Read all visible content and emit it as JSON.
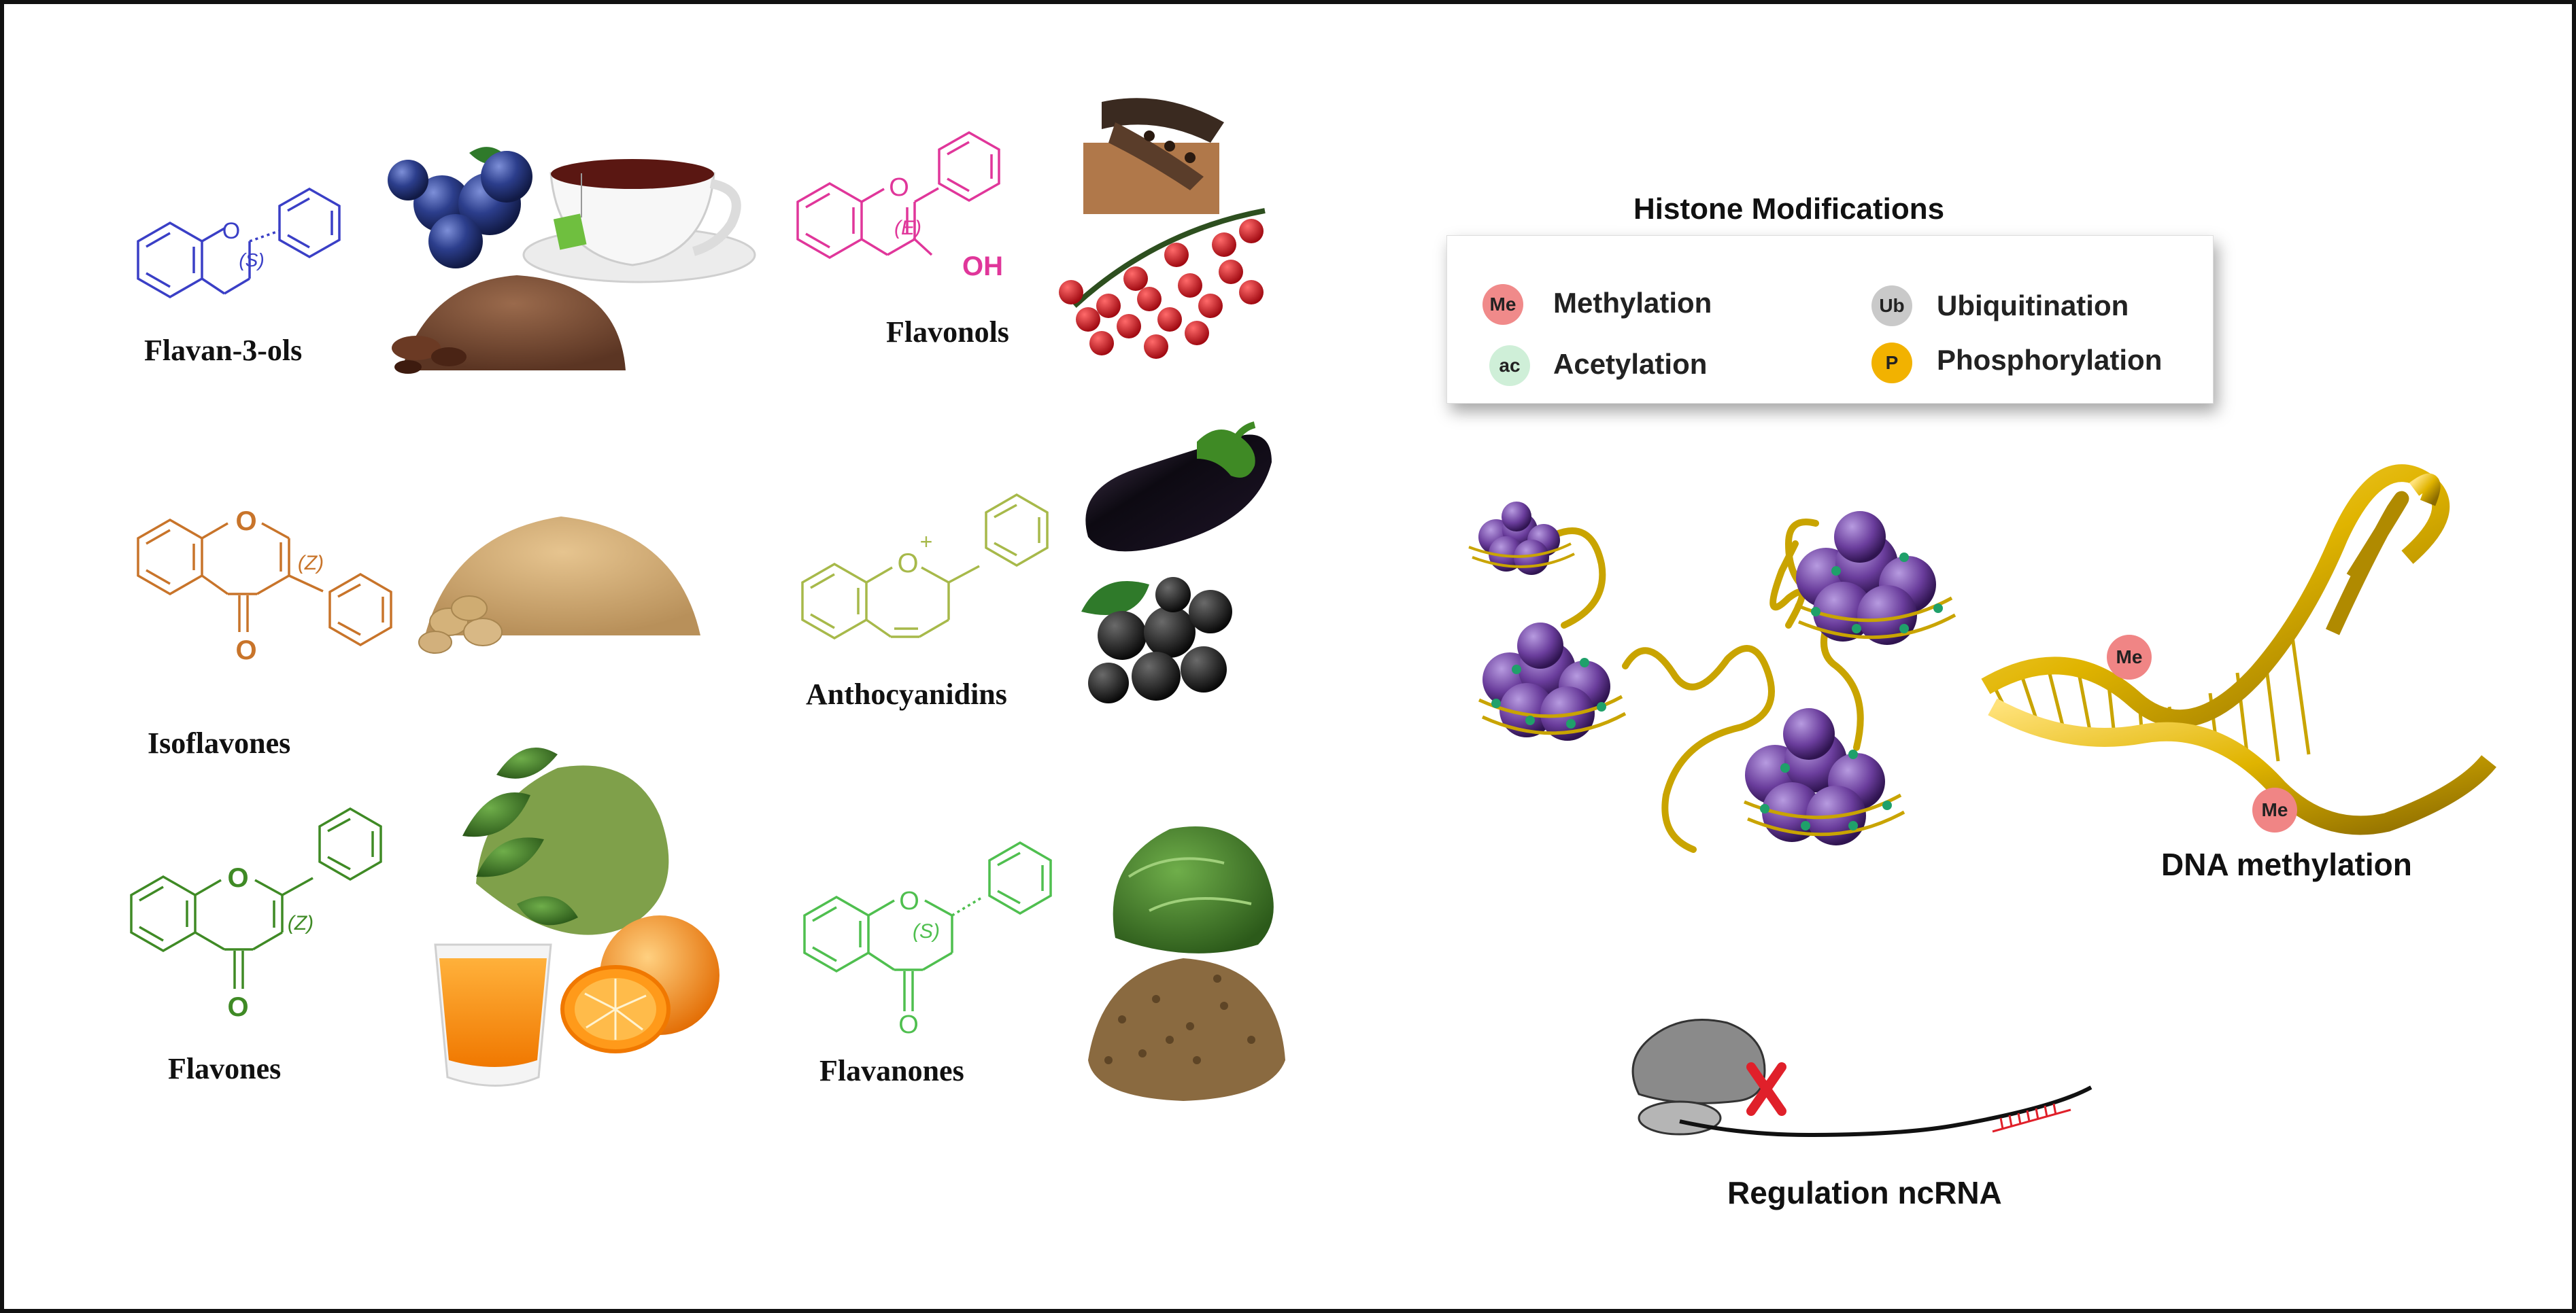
{
  "flavonoid_classes": [
    {
      "name": "Flavan-3-ols",
      "stereo": "(S)",
      "color": "#3a3fc6"
    },
    {
      "name": "Flavonols",
      "stereo": "(E)",
      "substituent": "OH",
      "heteroatom": "O",
      "color": "#e0369a"
    },
    {
      "name": "Isoflavones",
      "stereo": "(Z)",
      "heteroatom": "O",
      "carbonyl": "O",
      "color": "#c8742a"
    },
    {
      "name": "Anthocyanidins",
      "heteroatom": "O",
      "charge": "+",
      "color": "#a7b94a"
    },
    {
      "name": "Flavones",
      "stereo": "(Z)",
      "heteroatom": "O",
      "carbonyl": "O",
      "color": "#3f8a25"
    },
    {
      "name": "Flavanones",
      "stereo": "(S)",
      "heteroatom": "O",
      "carbonyl": "O",
      "color": "#4fbf4f"
    }
  ],
  "food_icons": [
    "blueberries-icon",
    "tea-cup-icon",
    "cocoa-powder-icon",
    "carob-icon",
    "red-berries-icon",
    "soy-flour-icon",
    "eggplant-icon",
    "blackcurrant-icon",
    "parsley-icon",
    "orange-juice-icon",
    "orange-icon",
    "spinach-icon",
    "seeds-icon"
  ],
  "legend": {
    "title": "Histone Modifications",
    "items": [
      {
        "badge": "Me",
        "label": "Methylation",
        "color": "#f08a8a"
      },
      {
        "badge": "Ub",
        "label": "Ubiquitination",
        "color": "#c9c9c9"
      },
      {
        "badge": "ac",
        "label": "Acetylation",
        "color": "#cfefd8"
      },
      {
        "badge": "P",
        "label": "Phosphorylation",
        "color": "#f2b200"
      }
    ]
  },
  "dna": {
    "label": "DNA methylation",
    "tag": "Me"
  },
  "ncrna": {
    "label": "Regulation ncRNA"
  }
}
